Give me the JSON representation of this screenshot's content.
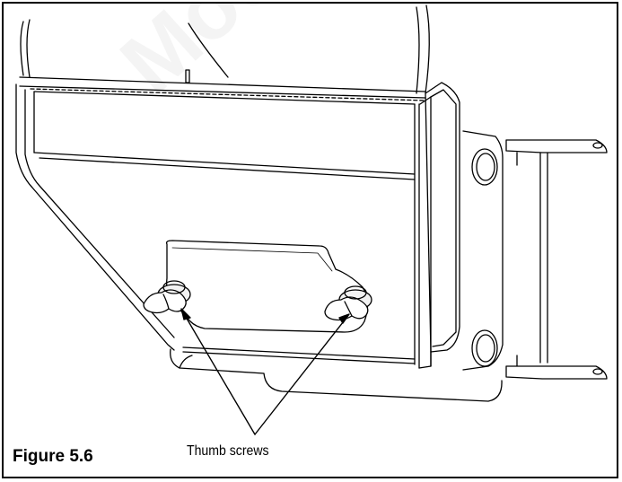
{
  "figure": {
    "label": "Figure 5.6",
    "callout": "Thumb screws"
  },
  "watermark": {
    "text": "Mou"
  },
  "colors": {
    "line": "#000000",
    "background": "#ffffff",
    "knob_fill": "#f2f2f2"
  }
}
